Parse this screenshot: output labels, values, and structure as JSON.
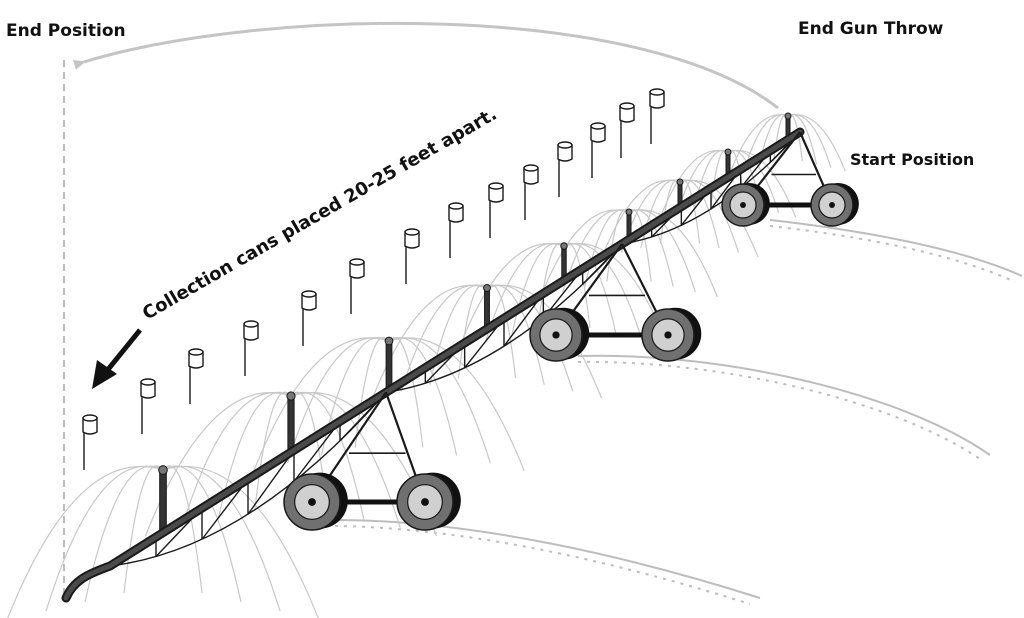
{
  "labels": {
    "end_position": "End Position",
    "end_gun_throw": "End Gun Throw",
    "start_position": "Start Position",
    "collection_cans": "Collection cans placed 20-25 feet apart."
  },
  "colors": {
    "pipe": "#444444",
    "outline": "#1a1a1a",
    "spray": "#c8c8c8",
    "track": "#bdbdbd",
    "arrow": "#c4c4c4",
    "tire_outer": "#707070",
    "tire_inner": "#d0d0d0"
  }
}
